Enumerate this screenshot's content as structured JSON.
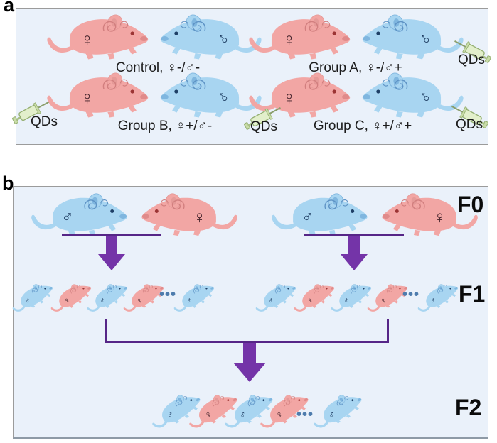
{
  "figure": {
    "panel_a": {
      "label": "a",
      "qds_label": "QDs",
      "groups": [
        {
          "id": "control",
          "label": "Control, ♀-/♂-",
          "female_injected": false,
          "male_injected": false
        },
        {
          "id": "group_a",
          "label": "Group A, ♀-/♂+",
          "female_injected": false,
          "male_injected": true
        },
        {
          "id": "group_b",
          "label": "Group B, ♀+/♂-",
          "female_injected": true,
          "male_injected": false
        },
        {
          "id": "group_c",
          "label": "Group C, ♀+/♂+",
          "female_injected": true,
          "male_injected": true
        }
      ]
    },
    "panel_b": {
      "label": "b",
      "generations": [
        {
          "label": "F0"
        },
        {
          "label": "F1"
        },
        {
          "label": "F2"
        }
      ],
      "ellipsis": "•••"
    },
    "symbols": {
      "female": "♀",
      "male": "♂"
    },
    "colors": {
      "female_mouse": "#F2A6A4",
      "male_mouse": "#A8D5F1",
      "arrow_purple": "#7434A8",
      "line_purple": "#562687",
      "dots_blue": "#4E7CAD",
      "panel_background": "#EAF1FA",
      "panel_border": "#9B9B9B",
      "syringe_green": "#E2EFCB"
    }
  }
}
